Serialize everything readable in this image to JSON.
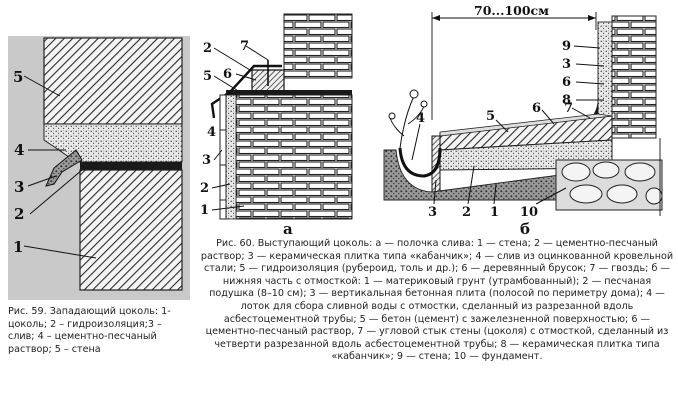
{
  "figure59": {
    "labels": [
      "5",
      "4",
      "3",
      "2",
      "1"
    ],
    "caption": "Рис. 59. Западающий цоколь: 1- цоколь; 2 – гидроизоляция;3 – слив; 4 – цементно-песчаный раствор; 5 – стена"
  },
  "figure60a": {
    "labels": [
      "2",
      "7",
      "5",
      "6",
      "4",
      "3",
      "2",
      "1"
    ],
    "sublabel": "а"
  },
  "figure60b": {
    "dimension": "70...100см",
    "labels": [
      "9",
      "3",
      "6",
      "8",
      "7",
      "6",
      "5",
      "4",
      "3",
      "2",
      "1",
      "10"
    ],
    "sublabel": "б"
  },
  "figure60": {
    "caption": "Рис. 60. Выступающий цоколь: а — полочка слива: 1 — стена; 2 — цементно-песчаный раствор; 3 — керамическая плитка типа «кабанчик»; 4 — слив из оцинкованной кровельной стали; 5 — гидроизоляция (рубероид, толь и др.); 6 — деревянный брусок; 7 — гвоздь; б — нижняя часть с отмосткой: 1 — материковый грунт (утрамбованный); 2 — песчаная подушка (8–10 см); 3 — вертикальная бетонная плита (полосой по периметру дома); 4 — лоток для сбора сливной воды с отмостки, сделанный из разрезанной вдоль асбестоцементной трубы; 5 — бетон (цемент) с зажелезненной поверхностью; 6 — цементно-песчаный раствор, 7 — угловой стык стены (цоколя) с отмосткой, сделанный из четверти разрезанной вдоль асбестоцементной трубы; 8 — керамическая плитка типа «кабанчик»; 9 — стена; 10 — фундамент."
  }
}
